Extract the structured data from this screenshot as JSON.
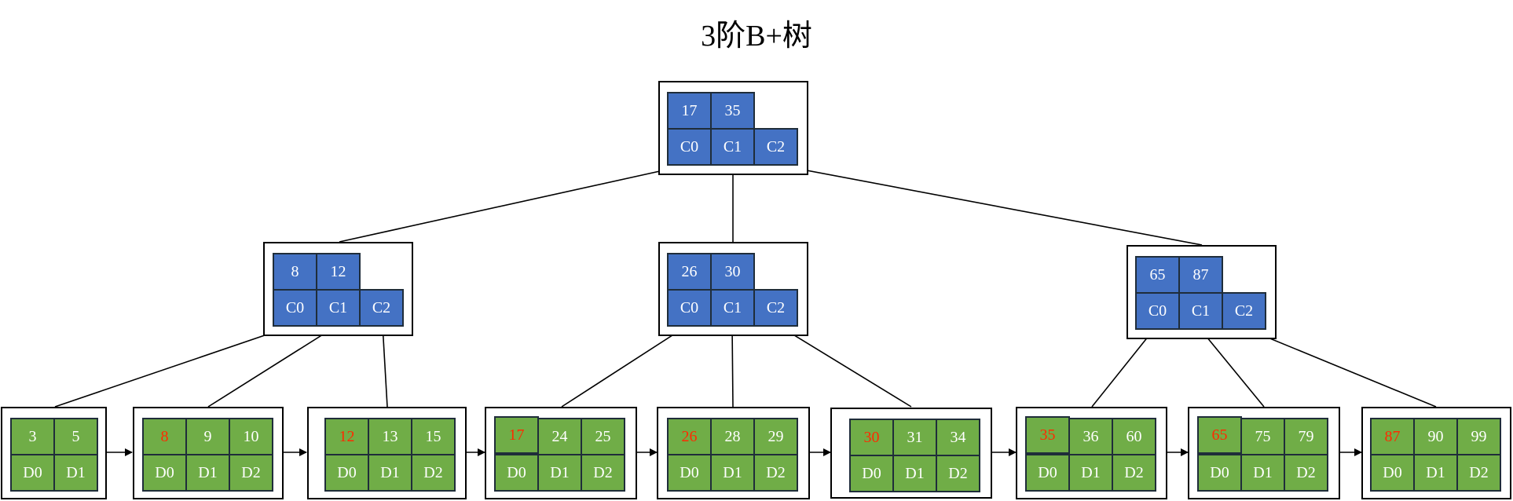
{
  "title": "3阶B+树",
  "colors": {
    "internal": "#4472c4",
    "leaf": "#70ad47",
    "first_key_text": "#ff2a00",
    "text": "#ffffff",
    "line": "#000000"
  },
  "root": {
    "keys": [
      "17",
      "35"
    ],
    "children": [
      "C0",
      "C1",
      "C2"
    ]
  },
  "internal_nodes": [
    {
      "keys": [
        "8",
        "12"
      ],
      "children": [
        "C0",
        "C1",
        "C2"
      ]
    },
    {
      "keys": [
        "26",
        "30"
      ],
      "children": [
        "C0",
        "C1",
        "C2"
      ]
    },
    {
      "keys": [
        "65",
        "87"
      ],
      "children": [
        "C0",
        "C1",
        "C2"
      ]
    }
  ],
  "leaves": [
    {
      "keys": [
        "3",
        "5"
      ],
      "data": [
        "D0",
        "D1"
      ],
      "first_key_red": false
    },
    {
      "keys": [
        "8",
        "9",
        "10"
      ],
      "data": [
        "D0",
        "D1",
        "D2"
      ],
      "first_key_red": true
    },
    {
      "keys": [
        "12",
        "13",
        "15"
      ],
      "data": [
        "D0",
        "D1",
        "D2"
      ],
      "first_key_red": true
    },
    {
      "keys": [
        "17",
        "24",
        "25"
      ],
      "data": [
        "D0",
        "D1",
        "D2"
      ],
      "first_key_red": true
    },
    {
      "keys": [
        "26",
        "28",
        "29"
      ],
      "data": [
        "D0",
        "D1",
        "D2"
      ],
      "first_key_red": true
    },
    {
      "keys": [
        "30",
        "31",
        "34"
      ],
      "data": [
        "D0",
        "D1",
        "D2"
      ],
      "first_key_red": true
    },
    {
      "keys": [
        "35",
        "36",
        "60"
      ],
      "data": [
        "D0",
        "D1",
        "D2"
      ],
      "first_key_red": true
    },
    {
      "keys": [
        "65",
        "75",
        "79"
      ],
      "data": [
        "D0",
        "D1",
        "D2"
      ],
      "first_key_red": true
    },
    {
      "keys": [
        "87",
        "90",
        "99"
      ],
      "data": [
        "D0",
        "D1",
        "D2"
      ],
      "first_key_red": true
    }
  ]
}
